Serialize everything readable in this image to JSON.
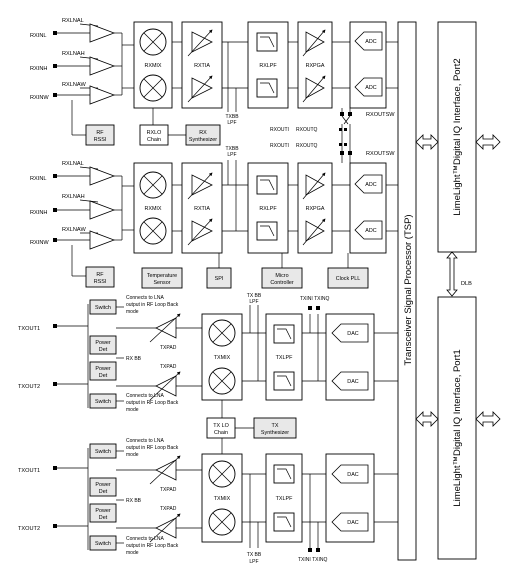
{
  "rx_inputs": [
    "RXINL",
    "RXINH",
    "RXINW"
  ],
  "rx_lna": [
    "RXLNAL",
    "RXLNAH",
    "RXLNAW"
  ],
  "rf_rssi": [
    "RF",
    "RSSI"
  ],
  "rxlo_chain": [
    "RXLO",
    "Chain"
  ],
  "rx_synth": [
    "RX",
    "Synthesizer"
  ],
  "rx_blocks": {
    "mix": "RXMIX",
    "tia": "RXTIA",
    "lpf": "RXLPF",
    "pga": "RXPGA",
    "adc": "ADC",
    "txbb_lpf": [
      "TXBB",
      "LPF"
    ],
    "outsw": "RXOUTSW",
    "rxouti": "RXOUTI",
    "rxoutq": "RXOUTQ"
  },
  "temp_sensor": [
    "Temperature",
    "Sensor"
  ],
  "spi": "SPI",
  "micro": [
    "Micro",
    "Controller"
  ],
  "clock_pll": "Clock PLL",
  "tsp": "Transceiver Signal Processor (TSP)",
  "port2": "LimeLight™Digital IQ Interface, Port2",
  "port1": "LimeLight™Digital IQ Interface, Port1",
  "dlb": "DLB",
  "tx_blocks": {
    "switch": "Switch",
    "power_det": [
      "Power",
      "Det"
    ],
    "rxbb": "RX BB",
    "txpad": "TXPAD",
    "txmix": "TXMIX",
    "txlpf": "TXLPF",
    "dac": "DAC",
    "txinq": "TXINI TXINQ",
    "txbb_lpf": [
      "TX BB",
      "LPF"
    ],
    "connects": [
      "Connects to LNA",
      "output in RF Loop Back",
      "mode"
    ]
  },
  "tx_outputs": [
    "TXOUT1",
    "TXOUT2"
  ],
  "txlo_chain": [
    "TX LO",
    "Chain"
  ],
  "tx_synth": [
    "TX",
    "Synthesizer"
  ]
}
